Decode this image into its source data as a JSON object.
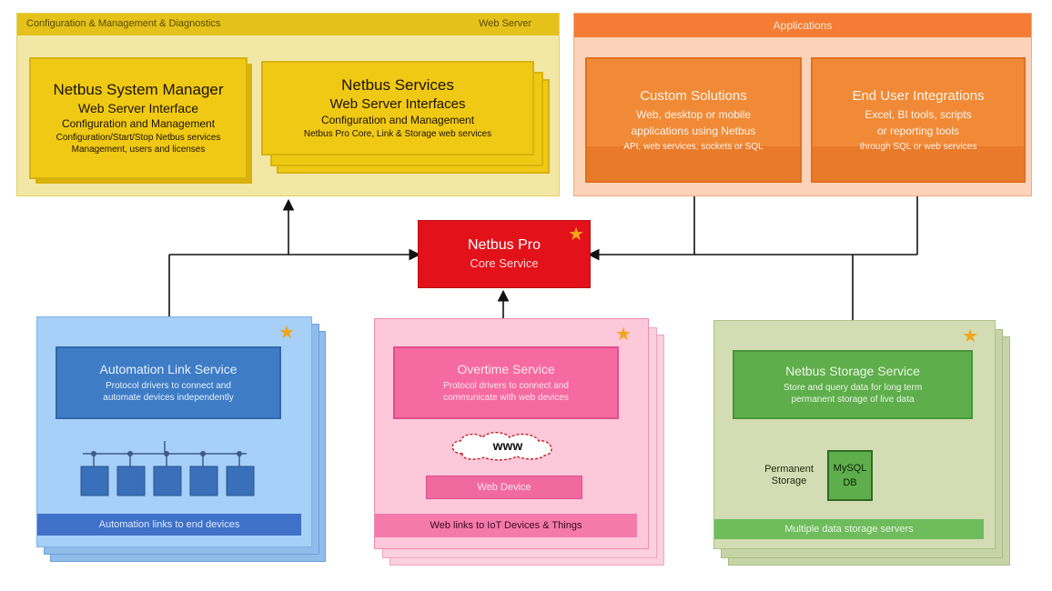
{
  "config_group": {
    "title": "Configuration & Management & Diagnostics",
    "tag": "Web Server",
    "system_manager": {
      "title": "Netbus System Manager",
      "subtitle": "Web Server Interface",
      "heading": "Configuration and Management",
      "line1": "Configuration/Start/Stop Netbus services",
      "line2": "Management, users and licenses"
    },
    "services": {
      "title": "Netbus Services",
      "subtitle": "Web Server Interfaces",
      "heading": "Configuration and Management",
      "line1": "Netbus Pro Core, Link & Storage web services"
    }
  },
  "app_group": {
    "title": "Applications",
    "custom": {
      "title": "Custom Solutions",
      "line1": "Web, desktop or mobile",
      "line2": "applications using Netbus",
      "line3": "API, web services, sockets or SQL"
    },
    "end_user": {
      "title": "End User Integrations",
      "line1": "Excel, BI tools, scripts",
      "line2": "or reporting tools",
      "line3": "through SQL or web services"
    }
  },
  "core": {
    "title": "Netbus Pro",
    "subtitle": "Core Service"
  },
  "automation": {
    "title": "Automation Link Service",
    "line1": "Protocol drivers to connect and",
    "line2": "automate devices independently",
    "footer": "Automation links to end devices"
  },
  "overtime": {
    "title": "Overtime Service",
    "line1": "Protocol drivers to connect and",
    "line2": "communicate with web devices",
    "cloud": "www",
    "device": "Web Device",
    "footer": "Web links to IoT Devices & Things"
  },
  "storage": {
    "title": "Netbus Storage Service",
    "line1": "Store and query data for long term",
    "line2": "permanent storage of live data",
    "db_label_1": "Permanent",
    "db_label_2": "Storage",
    "db_1": "MySQL",
    "db_2": "DB",
    "footer": "Multiple data storage servers"
  },
  "colors": {
    "config_bar": "#e4c21a",
    "app_bar": "#f47c34",
    "core": "#e2111a",
    "automation": "#3e7cc6",
    "overtime": "#f56aa0",
    "storage": "#5fae4c"
  },
  "icons": [
    "star-icon",
    "cloud-icon",
    "database-icon",
    "device-icon"
  ]
}
